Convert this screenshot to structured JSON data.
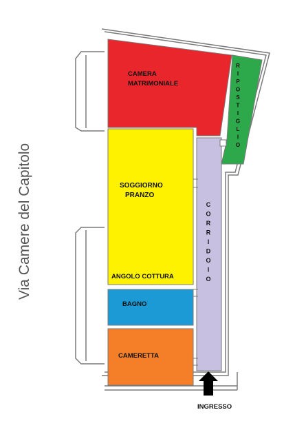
{
  "street": "Via Camere del Capitolo",
  "rooms": {
    "camera_line1": "CAMERA",
    "camera_line2": "MATRIMONIALE",
    "ripostiglio": "RIPOSTIGLIO",
    "soggiorno_line1": "SOGGIORNO",
    "soggiorno_line2": "PRANZO",
    "angolo_cottura": "ANGOLO COTTURA",
    "corridoio": "CORRIDOIO",
    "bagno": "BAGNO",
    "cameretta": "CAMERETTA"
  },
  "entrance": "INGRESSO",
  "colors": {
    "camera": "#e8262b",
    "ripostiglio": "#2da84a",
    "soggiorno": "#fff200",
    "corridoio": "#c8c0e0",
    "bagno": "#1b9ad6",
    "cameretta": "#f57f29",
    "wall": "#7a7a7a"
  }
}
